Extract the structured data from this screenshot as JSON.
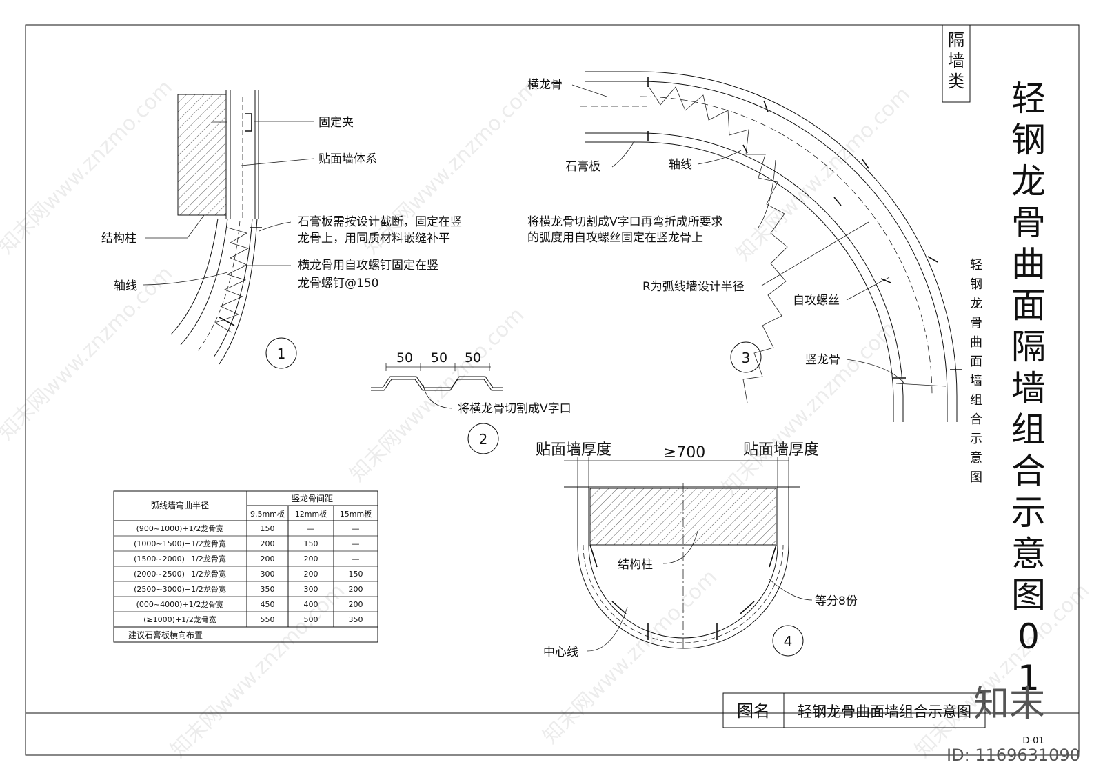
{
  "category_box": "隔墙类",
  "main_title": "轻钢龙骨曲面隔墙组合示意图01",
  "side_subtitle": "轻钢龙骨曲面墙组合示意图",
  "title_block": {
    "label": "图名",
    "value": "轻钢龙骨曲面墙组合示意图"
  },
  "sheet_code": "D-01",
  "footer": {
    "logo": "知末",
    "id_text": "ID: 1169631090"
  },
  "watermark": "知末网www.znzmo.com",
  "detail1": {
    "number": "1",
    "labels": {
      "clip": "固定夹",
      "veneer_system": "贴面墙体系",
      "column": "结构柱",
      "axis": "轴线",
      "gypsum_note_1": "石膏板需按设计截断，固定在竖",
      "gypsum_note_2": "龙骨上，用同质材料嵌缝补平",
      "screw_note_1": "横龙骨用自攻螺钉固定在竖",
      "screw_note_2": "龙骨螺钉@150"
    }
  },
  "detail2": {
    "number": "2",
    "dims": [
      "50",
      "50",
      "50"
    ],
    "note": "将横龙骨切割成V字口"
  },
  "detail3": {
    "number": "3",
    "labels": {
      "track": "横龙骨",
      "gypsum": "石膏板",
      "axis": "轴线",
      "note_1": "将横龙骨切割成V字口再弯折成所要求",
      "note_2": "的弧度用自攻螺丝固定在竖龙骨上",
      "radius": "R为弧线墙设计半径",
      "screw": "自攻螺丝",
      "stud": "竖龙骨"
    }
  },
  "detail4": {
    "number": "4",
    "dim_left": "贴面墙厚度",
    "dim_mid": "≥700",
    "dim_right": "贴面墙厚度",
    "column": "结构柱",
    "divide": "等分8份",
    "centerline": "中心线"
  },
  "table": {
    "col1_header": "弧线墙弯曲半径",
    "group_header": "竖龙骨间距",
    "sub_headers": [
      "9.5mm板",
      "12mm板",
      "15mm板"
    ],
    "rows": [
      [
        "(900~1000)+1/2龙骨宽",
        "150",
        "—",
        "—"
      ],
      [
        "(1000~1500)+1/2龙骨宽",
        "200",
        "150",
        "—"
      ],
      [
        "(1500~2000)+1/2龙骨宽",
        "200",
        "200",
        "—"
      ],
      [
        "(2000~2500)+1/2龙骨宽",
        "300",
        "200",
        "150"
      ],
      [
        "(2500~3000)+1/2龙骨宽",
        "350",
        "300",
        "200"
      ],
      [
        "(000~4000)+1/2龙骨宽",
        "450",
        "400",
        "200"
      ],
      [
        "(≥1000)+1/2龙骨宽",
        "550",
        "500",
        "350"
      ]
    ],
    "footnote": "建议石膏板横向布置"
  }
}
